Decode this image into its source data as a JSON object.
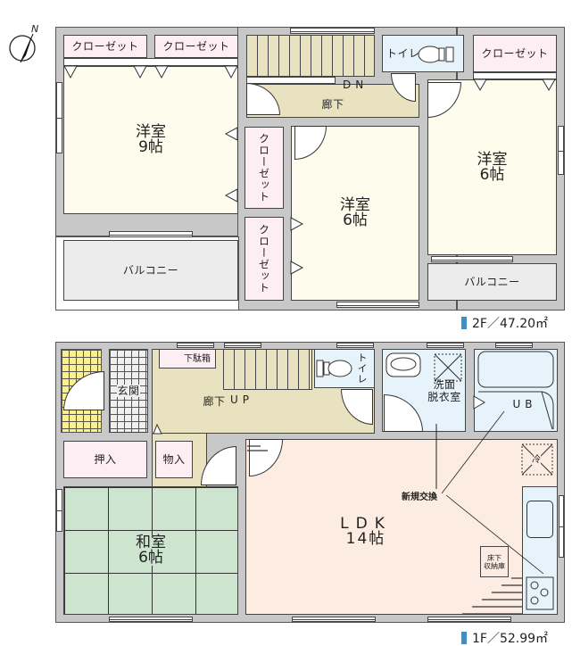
{
  "compass": {
    "label": "N"
  },
  "floor2": {
    "area_label": "2F／47.20㎡",
    "rooms": {
      "closet_a": "クローゼット",
      "closet_b": "クローゼット",
      "closet_c": "クローゼット",
      "closet_d_vertical": "クローゼット",
      "closet_e_vertical": "クローゼット",
      "toilet": "トイレ",
      "hallway": "廊下",
      "stairs_direction": "DN",
      "western_room_9": {
        "name": "洋室",
        "size": "9帖"
      },
      "western_room_6_center": {
        "name": "洋室",
        "size": "6帖"
      },
      "western_room_6_right": {
        "name": "洋室",
        "size": "6帖"
      },
      "balcony_left": "バルコニー",
      "balcony_right": "バルコニー"
    }
  },
  "floor1": {
    "area_label": "1F／52.99㎡",
    "rooms": {
      "entrance": "玄関",
      "shoe_cabinet": "下駄箱",
      "hallway": "廊下",
      "stairs_direction": "UP",
      "toilet": "トイレ",
      "washroom_line1": "洗面",
      "washroom_line2": "脱衣室",
      "unit_bath": "UB",
      "fridge": "冷",
      "closet_oshiire": "押入",
      "storage": "物入",
      "ldk": {
        "name": "LDK",
        "size": "14帖"
      },
      "japanese_room": {
        "name": "和室",
        "size": "6帖"
      },
      "underfloor_storage_line1": "床下",
      "underfloor_storage_line2": "収納庫",
      "annotation": "新規交換"
    }
  },
  "colors": {
    "area_marker": "#3d8fc6",
    "western_room": "#fefcec",
    "closet": "#fdeef3",
    "hallway": "#e9e2c0",
    "wet_area": "#e6f3fb",
    "ldk": "#fdece2",
    "japanese_room": "#cde5cf",
    "wall": "#c8c8c8"
  }
}
